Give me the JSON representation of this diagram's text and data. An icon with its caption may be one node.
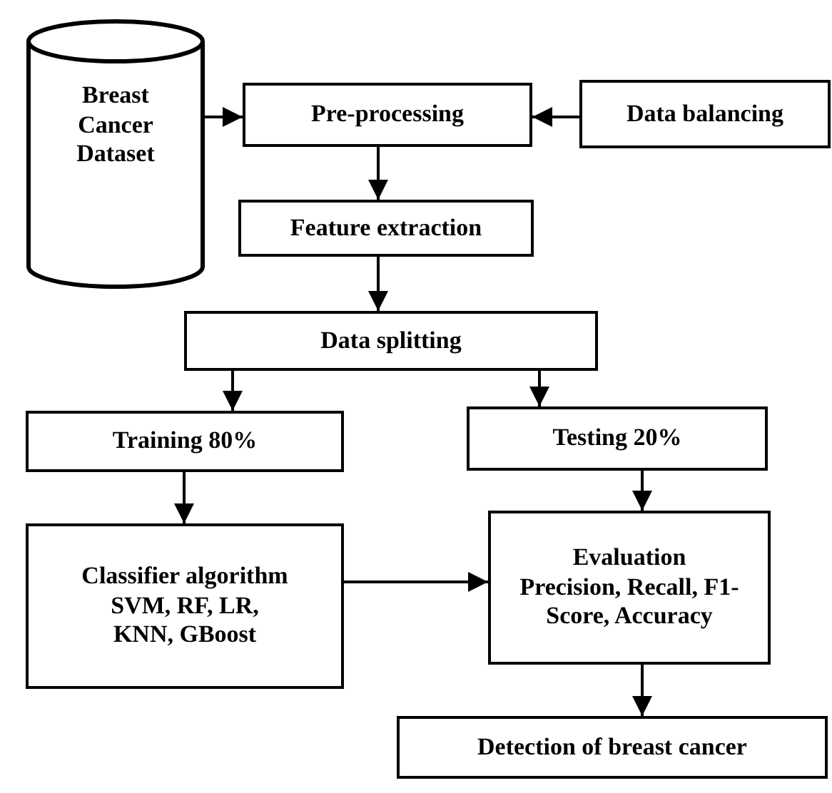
{
  "diagram": {
    "nodes": [
      {
        "text": [
          "Breast Cancer Dataset"
        ]
      },
      {
        "text": [
          "Pre-processing"
        ]
      },
      {
        "text": [
          "Data balancing"
        ]
      },
      {
        "text": [
          "Feature extraction"
        ]
      },
      {
        "text": [
          "Data splitting"
        ]
      },
      {
        "text": [
          "Training 80%"
        ]
      },
      {
        "text": [
          "Testing 20%"
        ]
      },
      {
        "text": [
          "Classifier algorithm",
          "SVM, RF, LR, KNN, GBoost"
        ]
      },
      {
        "text": [
          "Evaluation",
          "Precision, Recall, F1-Score, Accuracy"
        ]
      },
      {
        "text": [
          "Detection of breast cancer"
        ]
      }
    ],
    "edges": [
      {
        "from": 0,
        "to": 1,
        "arrow": "to"
      },
      {
        "from": 2,
        "to": 1,
        "arrow": "to"
      },
      {
        "from": 1,
        "to": 3,
        "arrow": "to"
      },
      {
        "from": 3,
        "to": 4,
        "arrow": "to"
      },
      {
        "from": 4,
        "to": 5,
        "arrow": "to"
      },
      {
        "from": 4,
        "to": 6,
        "arrow": "to"
      },
      {
        "from": 5,
        "to": 7,
        "arrow": "to"
      },
      {
        "from": 6,
        "to": 8,
        "arrow": "to"
      },
      {
        "from": 7,
        "to": 8,
        "arrow": "to"
      },
      {
        "from": 8,
        "to": 9,
        "arrow": "to"
      }
    ]
  }
}
